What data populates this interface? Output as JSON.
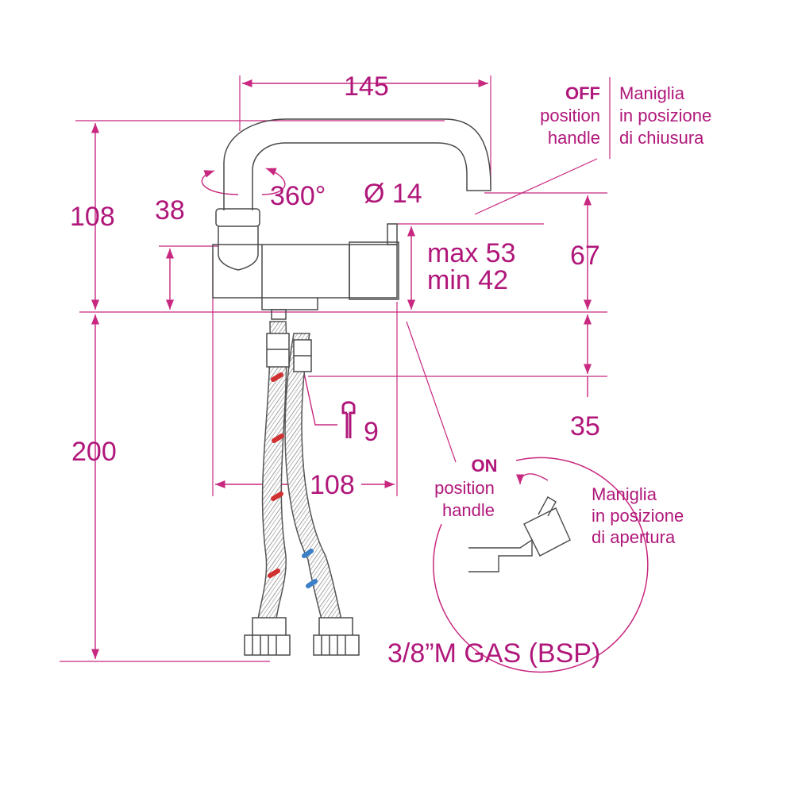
{
  "dimensions": {
    "width_spout": "145",
    "height_spout": "108",
    "body_height": "38",
    "rotation": "360°",
    "spout_diameter": "Ø 14",
    "thickness_max": "max 53",
    "thickness_min": "min 42",
    "handle_height": "67",
    "hose_length": "200",
    "body_width": "108",
    "thread_length": "35",
    "wrench_size": "9"
  },
  "labels": {
    "off_title": "OFF",
    "off_line2": "position",
    "off_line3": "handle",
    "off_it_1": "Maniglia",
    "off_it_2": "in posizione",
    "off_it_3": "di chiusura",
    "on_title": "ON",
    "on_line2": "position",
    "on_line3": "handle",
    "on_it_1": "Maniglia",
    "on_it_2": "in posizione",
    "on_it_3": "di apertura",
    "connection": "3/8”M GAS (BSP)"
  },
  "colors": {
    "dimension": "#c8287f",
    "text": "#b0177a",
    "outline": "#4a4a4a",
    "hot": "#d03030",
    "cold": "#3a7fc8"
  }
}
